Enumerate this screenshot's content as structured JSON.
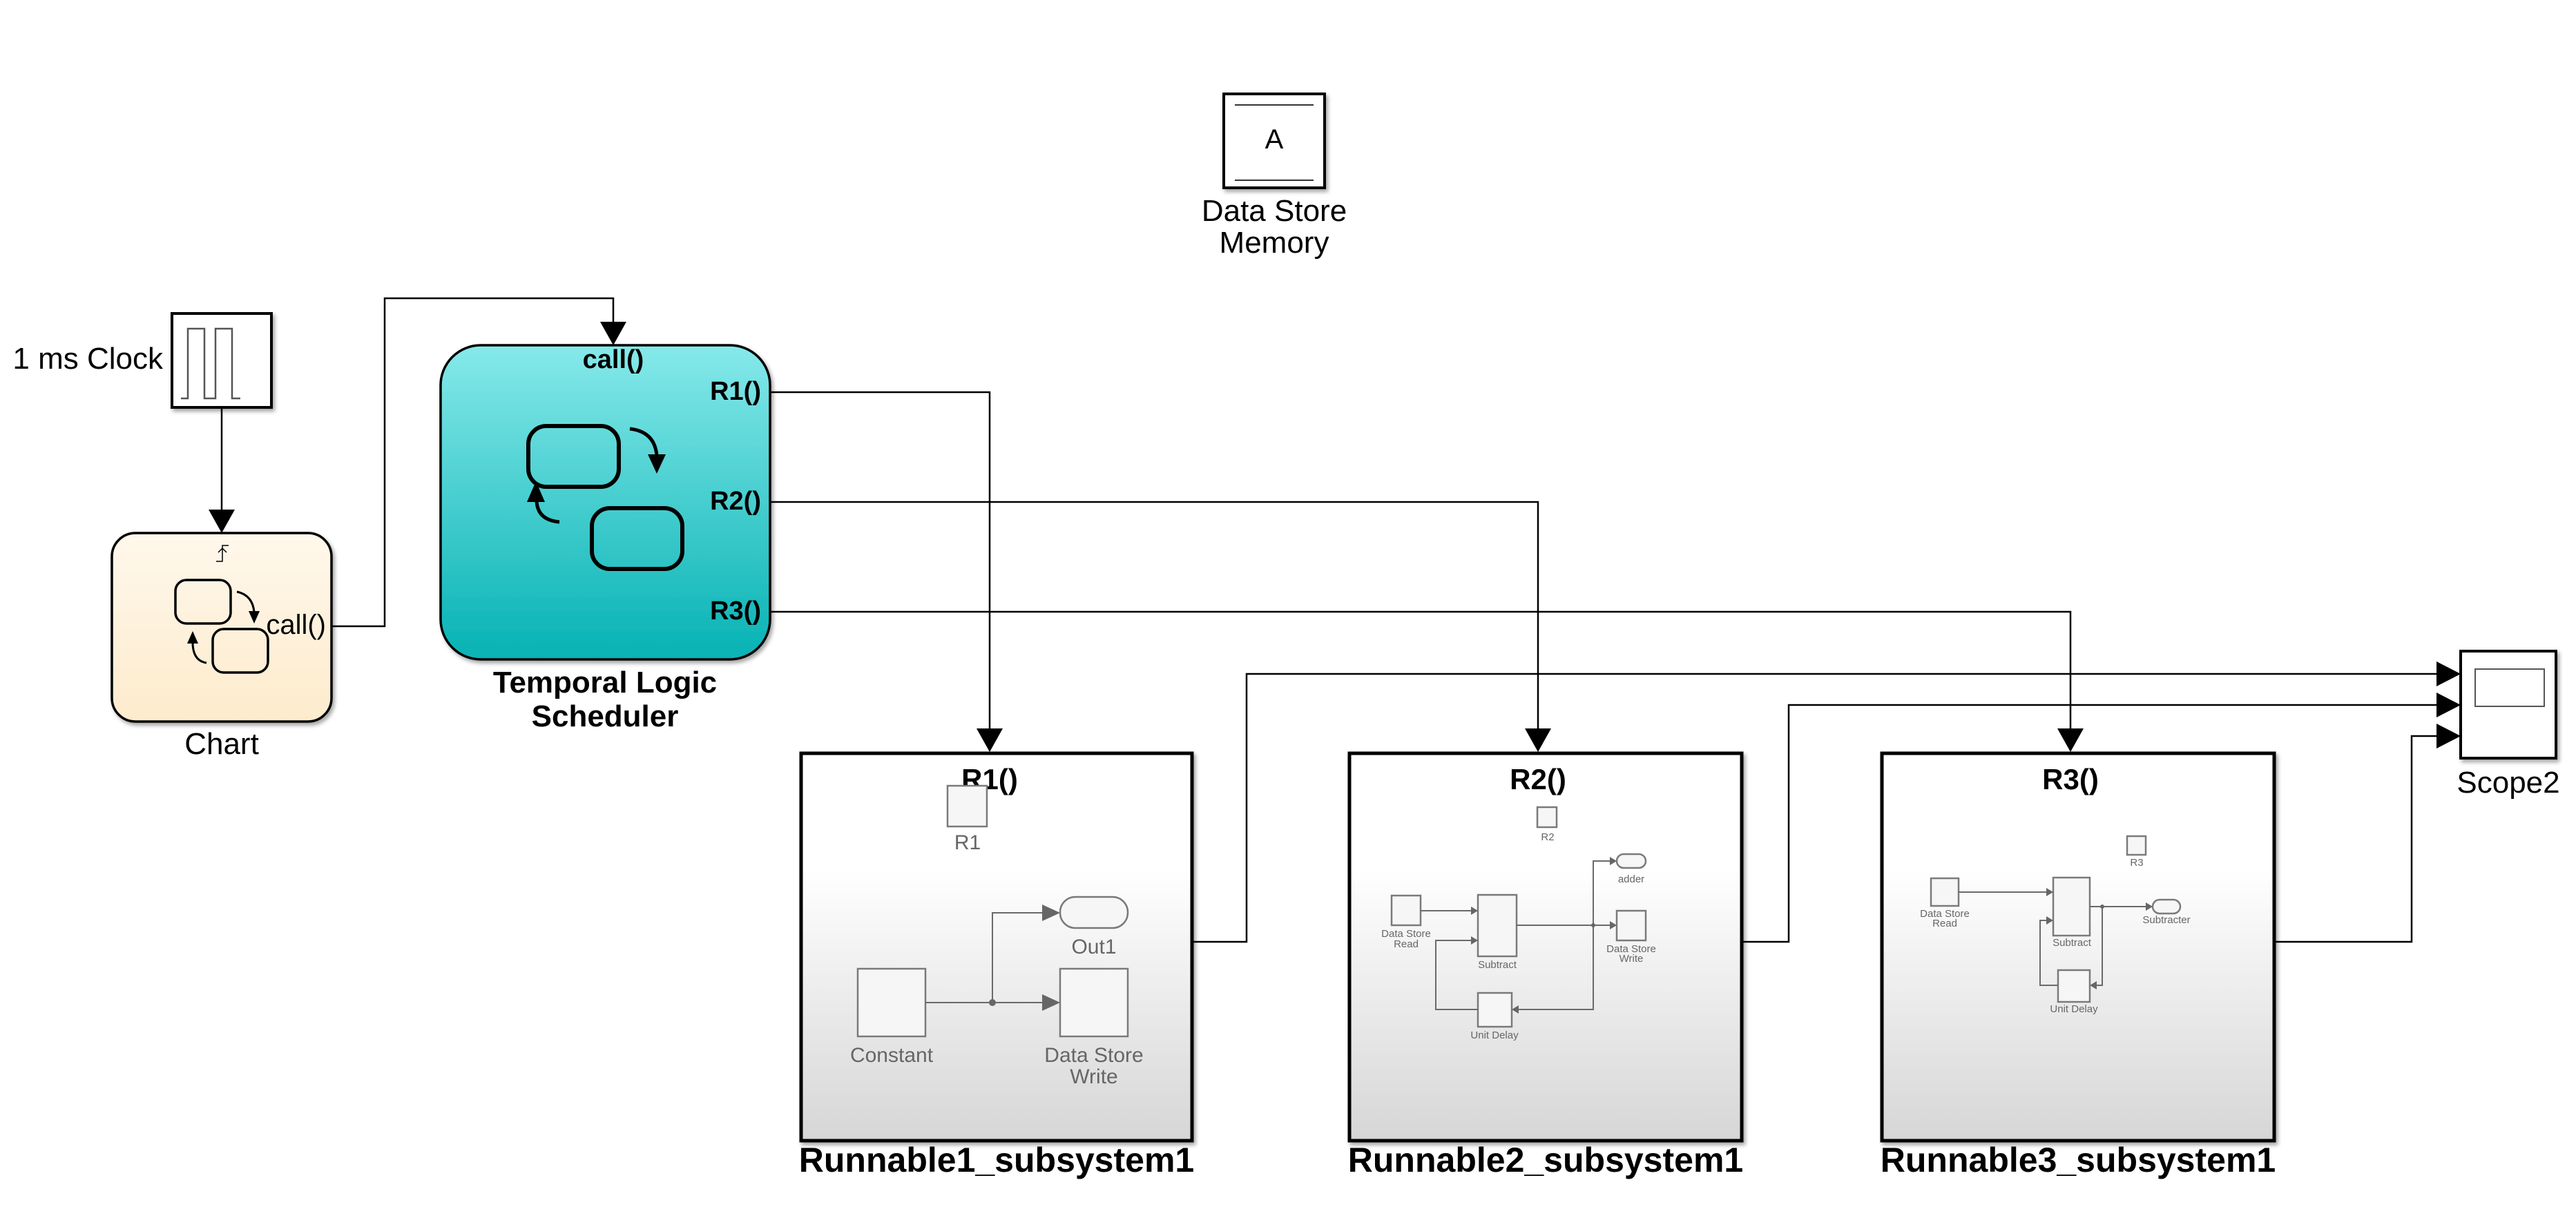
{
  "model": {
    "blocks": {
      "clock": {
        "label": "1 ms Clock",
        "icon": "pulse-generator-icon"
      },
      "chart": {
        "label": "Chart",
        "output_port": "call()",
        "icon": "stateflow-chart-icon",
        "trigger_icon": "rising-edge-trigger-icon"
      },
      "scheduler": {
        "label_line1": "Temporal Logic",
        "label_line2": "Scheduler",
        "input_port": "call()",
        "output_ports": [
          "R1()",
          "R2()",
          "R3()"
        ],
        "icon": "stateflow-chart-icon"
      },
      "data_store_memory": {
        "label_line1": "Data Store",
        "label_line2": "Memory",
        "symbol": "A"
      },
      "scope": {
        "label": "Scope2",
        "icon": "scope-icon"
      },
      "runnables": [
        {
          "label": "Runnable1_subsystem1",
          "trigger_port": "R1()",
          "inner": {
            "trigger_block": "R1",
            "constant": "Constant",
            "outport": "Out1",
            "ds_write_line1": "Data Store",
            "ds_write_line2": "Write"
          }
        },
        {
          "label": "Runnable2_subsystem1",
          "trigger_port": "R2()",
          "inner": {
            "trigger_block": "R2",
            "ds_read_line1": "Data Store",
            "ds_read_line2": "Read",
            "subtract": "Subtract",
            "unit_delay": "Unit Delay",
            "outport": "adder",
            "ds_write_line1": "Data Store",
            "ds_write_line2": "Write"
          }
        },
        {
          "label": "Runnable3_subsystem1",
          "trigger_port": "R3()",
          "inner": {
            "trigger_block": "R3",
            "ds_read_line1": "Data Store",
            "ds_read_line2": "Read",
            "subtract": "Subtract",
            "unit_delay": "Unit Delay",
            "outport": "Subtracter"
          }
        }
      ]
    },
    "colors": {
      "scheduler_top": "#86e9ea",
      "scheduler_bottom": "#06b2b4",
      "chart_top": "#fff8ec",
      "chart_bottom": "#fdebcc",
      "subsystem_top": "#ffffff",
      "subsystem_bottom": "#d6d6d6"
    }
  }
}
